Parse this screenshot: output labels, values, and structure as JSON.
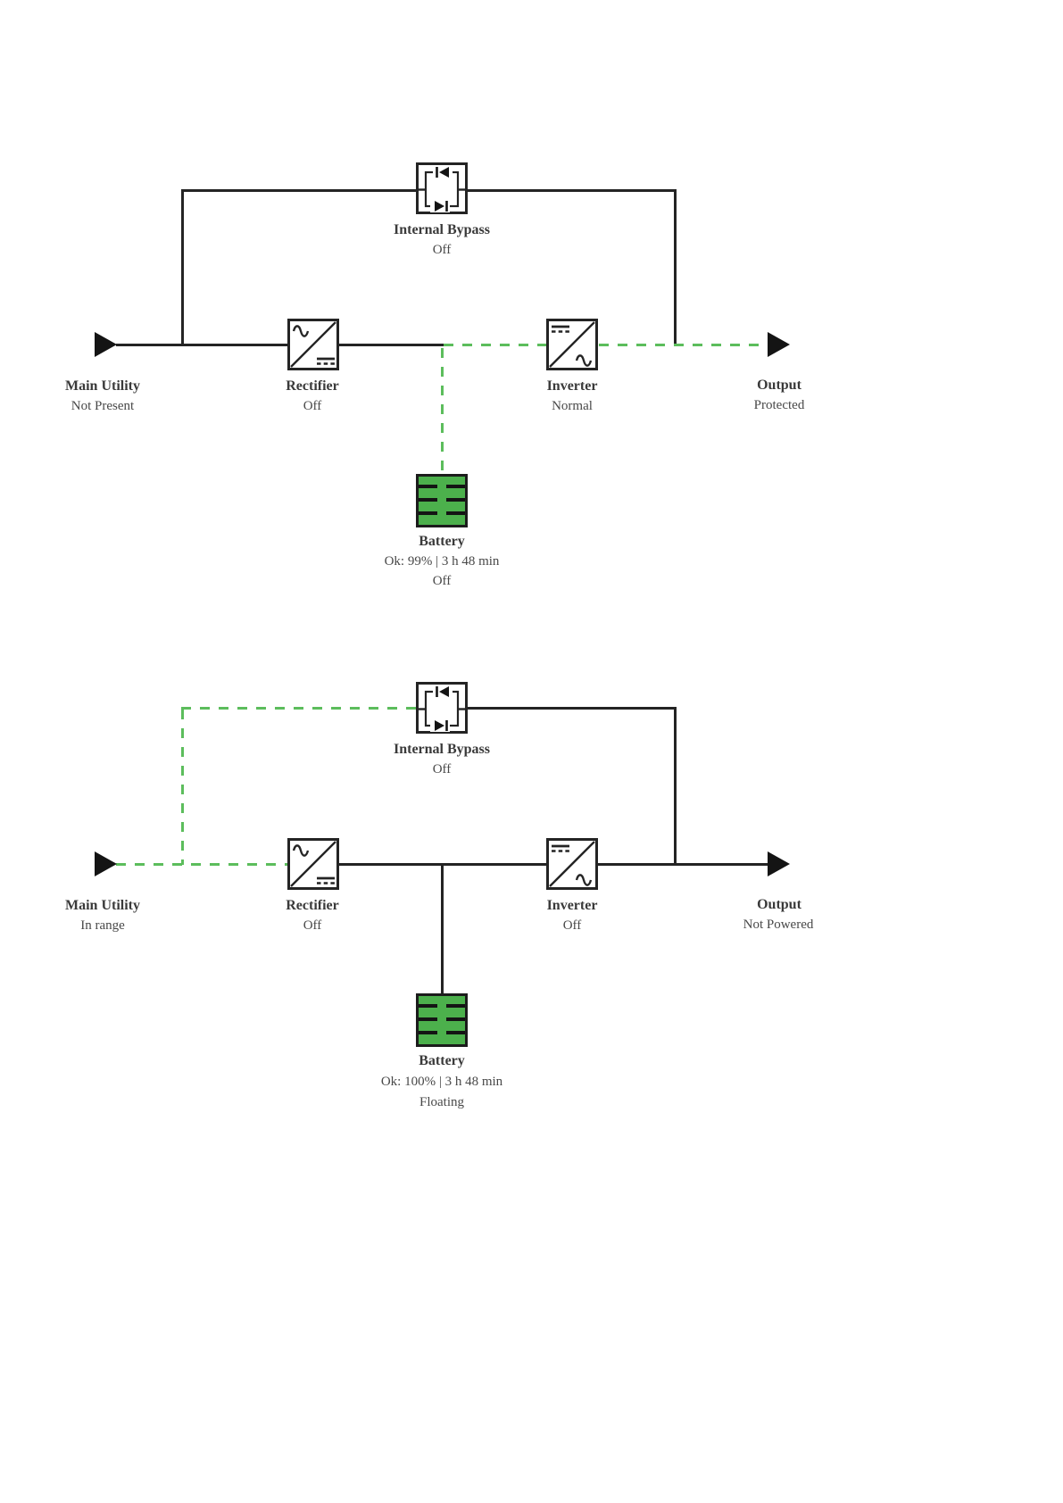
{
  "page": {
    "background": "#ffffff"
  },
  "colors": {
    "line_black": "#242424",
    "active_flow_green": "#5cbd5c",
    "battery_fill_green": "#4cb04c",
    "label_text": "#3a3a3a",
    "status_text": "#484848"
  },
  "diagrams": [
    {
      "id": "ups-flow-state-1",
      "internal_bypass": {
        "label": "Internal Bypass",
        "status": "Off"
      },
      "main_utility": {
        "label": "Main Utility",
        "status": "Not Present"
      },
      "rectifier": {
        "label": "Rectifier",
        "status": "Off"
      },
      "inverter": {
        "label": "Inverter",
        "status": "Normal"
      },
      "output": {
        "label": "Output",
        "status": "Protected"
      },
      "battery": {
        "label": "Battery",
        "info": "Ok: 99% | 3 h 48 min",
        "status": "Off"
      }
    },
    {
      "id": "ups-flow-state-2",
      "internal_bypass": {
        "label": "Internal Bypass",
        "status": "Off"
      },
      "main_utility": {
        "label": "Main Utility",
        "status": "In range"
      },
      "rectifier": {
        "label": "Rectifier",
        "status": "Off"
      },
      "inverter": {
        "label": "Inverter",
        "status": "Off"
      },
      "output": {
        "label": "Output",
        "status": "Not Powered"
      },
      "battery": {
        "label": "Battery",
        "info": "Ok: 100% | 3 h 48 min",
        "status": "Floating"
      }
    }
  ]
}
